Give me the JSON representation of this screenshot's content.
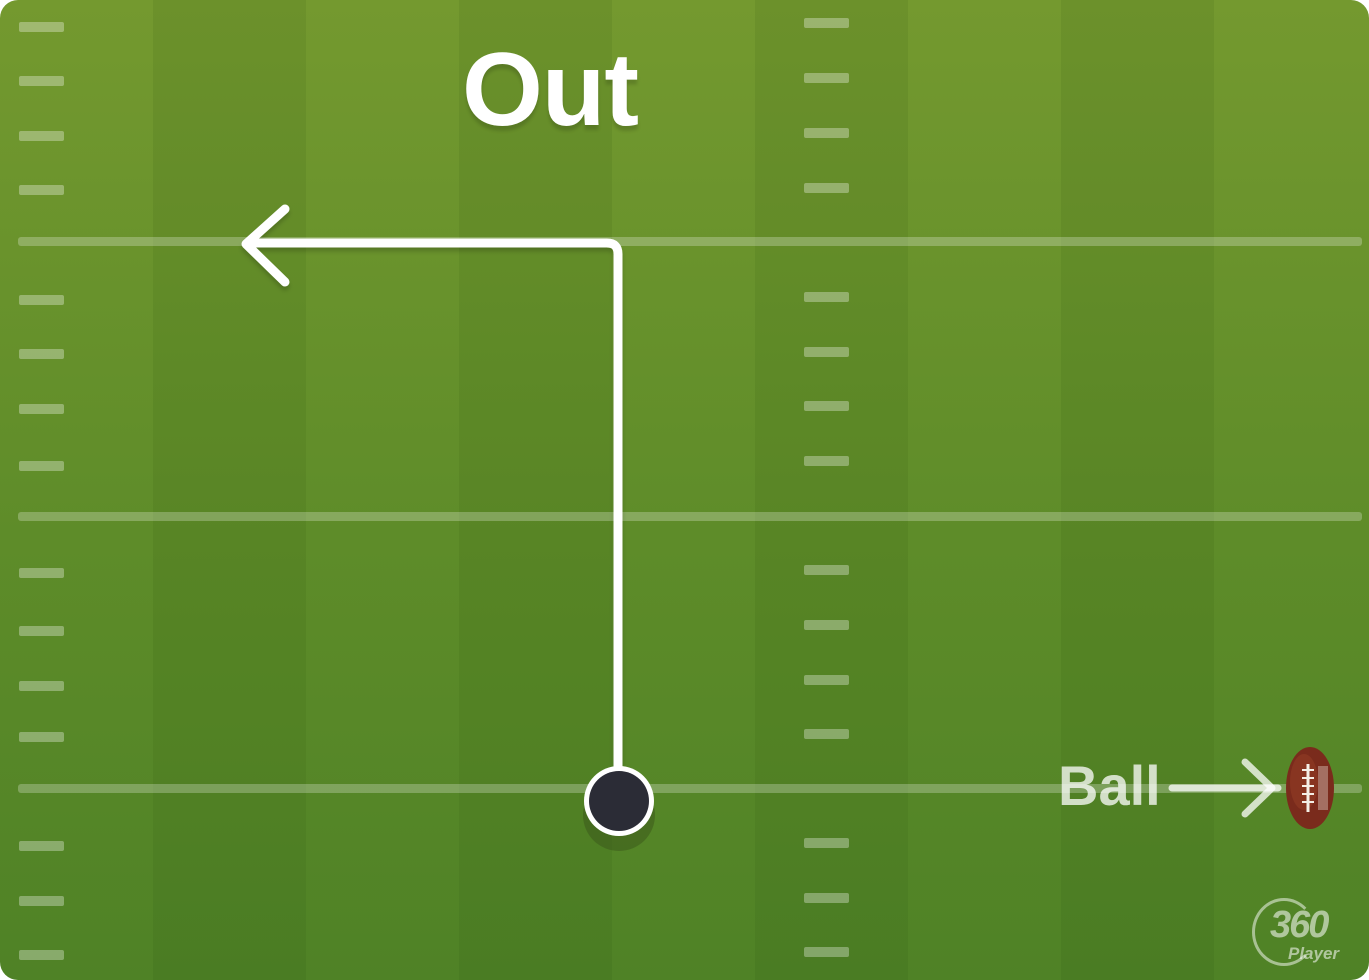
{
  "diagram": {
    "title": "Out",
    "ball_label": "Ball",
    "brand": {
      "number": "360",
      "word": "Player"
    },
    "colors": {
      "field_top": "#74992f",
      "field_bottom": "#4f8226",
      "route": "#ffffff",
      "player": "#2b2c36"
    },
    "icons": {
      "ball": "american-football-icon",
      "player": "player-marker-icon",
      "route_arrow": "route-arrowhead-icon",
      "pointer_arrow": "right-arrow-icon"
    }
  }
}
